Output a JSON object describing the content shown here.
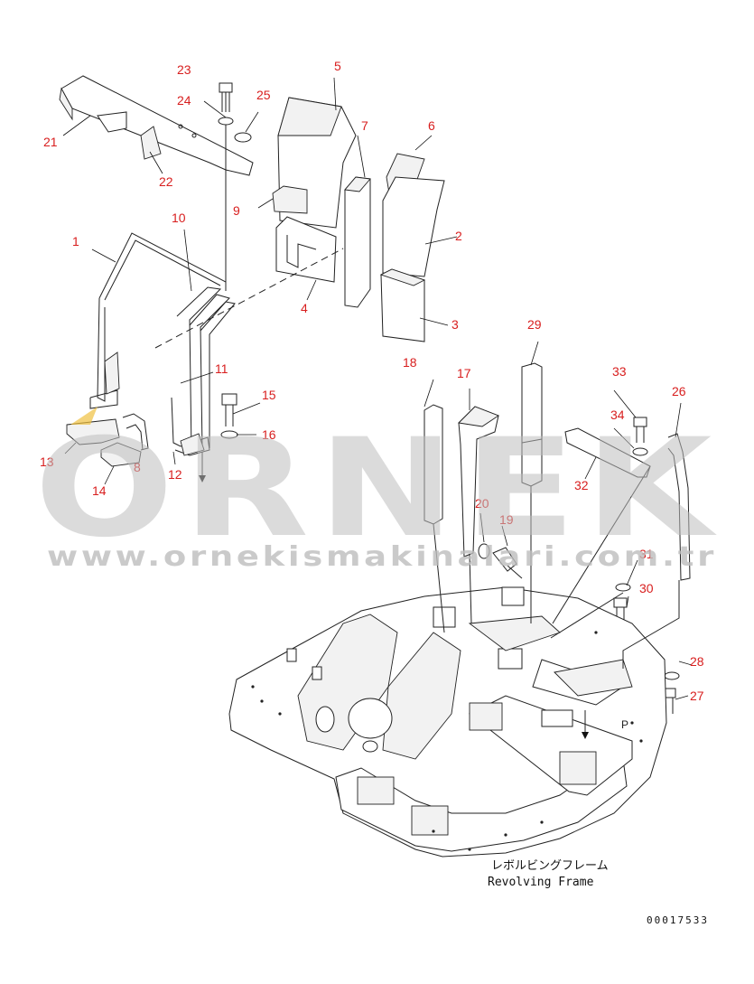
{
  "callouts": [
    {
      "id": "c1",
      "text": "1"
    },
    {
      "id": "c2",
      "text": "2"
    },
    {
      "id": "c3",
      "text": "3"
    },
    {
      "id": "c4",
      "text": "4"
    },
    {
      "id": "c5",
      "text": "5"
    },
    {
      "id": "c6",
      "text": "6"
    },
    {
      "id": "c7",
      "text": "7"
    },
    {
      "id": "c8",
      "text": "8"
    },
    {
      "id": "c9",
      "text": "9"
    },
    {
      "id": "c10",
      "text": "10"
    },
    {
      "id": "c11",
      "text": "11"
    },
    {
      "id": "c12",
      "text": "12"
    },
    {
      "id": "c13",
      "text": "13"
    },
    {
      "id": "c14",
      "text": "14"
    },
    {
      "id": "c15",
      "text": "15"
    },
    {
      "id": "c16",
      "text": "16"
    },
    {
      "id": "c17",
      "text": "17"
    },
    {
      "id": "c18",
      "text": "18"
    },
    {
      "id": "c19",
      "text": "19"
    },
    {
      "id": "c20",
      "text": "20"
    },
    {
      "id": "c21",
      "text": "21"
    },
    {
      "id": "c22",
      "text": "22"
    },
    {
      "id": "c23",
      "text": "23"
    },
    {
      "id": "c24",
      "text": "24"
    },
    {
      "id": "c25",
      "text": "25"
    },
    {
      "id": "c26",
      "text": "26"
    },
    {
      "id": "c27",
      "text": "27"
    },
    {
      "id": "c28",
      "text": "28"
    },
    {
      "id": "c29",
      "text": "29"
    },
    {
      "id": "c30",
      "text": "30"
    },
    {
      "id": "c31",
      "text": "31"
    },
    {
      "id": "c32",
      "text": "32"
    },
    {
      "id": "c33",
      "text": "33"
    },
    {
      "id": "c34",
      "text": "34"
    }
  ],
  "caption_jp": "レボルビングフレーム",
  "caption_en": "Revolving Frame",
  "doc_number": "00017533",
  "watermark": {
    "brand": "ORNEK",
    "url": "www.ornekismakinalari.com.tr",
    "color": "#bdbdbd"
  },
  "colors": {
    "callout": "#d81e1e",
    "line": "#222222"
  }
}
